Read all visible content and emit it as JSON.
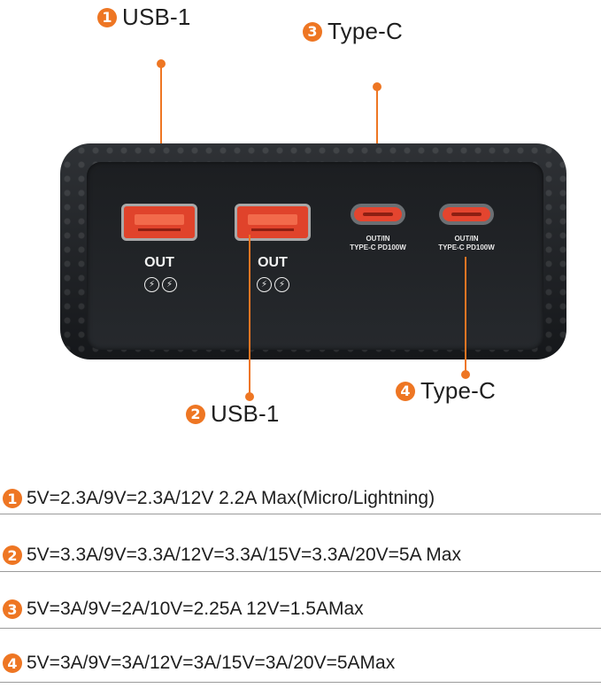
{
  "callouts": [
    {
      "num": "1",
      "label": "USB-1"
    },
    {
      "num": "2",
      "label": "USB-1"
    },
    {
      "num": "3",
      "label": "Type-C"
    },
    {
      "num": "4",
      "label": "Type-C"
    }
  ],
  "ports": {
    "usb1_label": "OUT",
    "usb2_label": "OUT",
    "typec1_label_line1": "OUT/IN",
    "typec1_label_line2": "TYPE-C PD100W",
    "typec2_label_line1": "OUT/IN",
    "typec2_label_line2": "TYPE-C PD100W"
  },
  "specs": [
    {
      "num": "1",
      "text": "5V=2.3A/9V=2.3A/12V  2.2A Max(Micro/Lightning)"
    },
    {
      "num": "2",
      "text": "5V=3.3A/9V=3.3A/12V=3.3A/15V=3.3A/20V=5A Max"
    },
    {
      "num": "3",
      "text": "5V=3A/9V=2A/10V=2.25A  12V=1.5AMax"
    },
    {
      "num": "4",
      "text": "5V=3A/9V=3A/12V=3A/15V=3A/20V=5AMax"
    }
  ],
  "colors": {
    "accent": "#ee7623",
    "port_red": "#e0432b",
    "device_body": "#1c1e21"
  },
  "icons": {
    "fast_charge": "lightning-bolt-icon"
  }
}
